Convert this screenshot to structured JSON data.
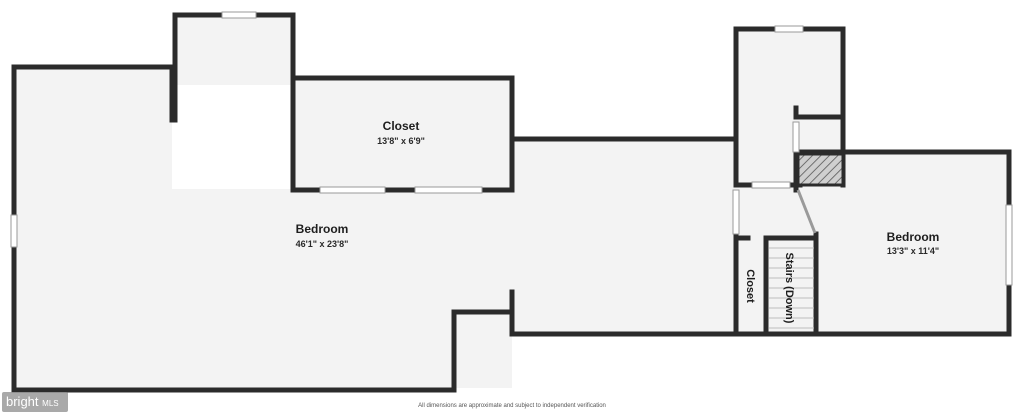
{
  "rooms": {
    "bedroom_main": {
      "name": "Bedroom",
      "dims": "46'1\" x 23'8\""
    },
    "closet_top": {
      "name": "Closet",
      "dims": "13'8\" x 6'9\""
    },
    "bedroom_right": {
      "name": "Bedroom",
      "dims": "13'3\" x 11'4\""
    },
    "closet_small": {
      "name": "Closet"
    },
    "stairs": {
      "name": "Stairs (Down)"
    }
  },
  "footer": {
    "disclaimer": "All dimensions are approximate and subject to independent verification",
    "watermark": "bright",
    "watermark_suffix": "MLS"
  },
  "colors": {
    "wall": "#2b2b2b",
    "floor": "#f3f3f3",
    "background": "#ffffff"
  }
}
